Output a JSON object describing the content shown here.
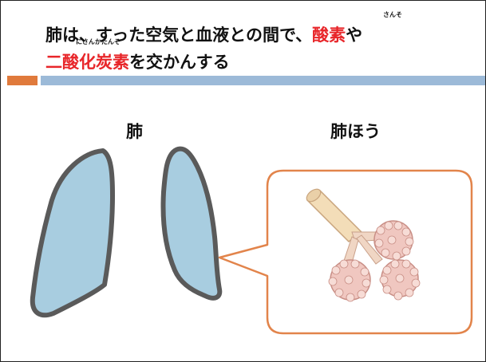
{
  "title": {
    "line1_prefix": "肺は、すった空気と血液との間で、",
    "line1_highlight": "酸素",
    "line1_suffix": "や",
    "line2_highlight": "二酸化炭素",
    "line2_suffix": "を交かんする",
    "ruby_oxygen": "さんそ",
    "ruby_co2": "にさんかたんそ"
  },
  "labels": {
    "lungs": "肺",
    "alveoli": "肺ほう"
  },
  "colors": {
    "highlight": "#e8262a",
    "band_orange": "#e07a3c",
    "band_blue": "#9cbad8",
    "callout_border": "#e2844b",
    "lung_fill": "#a8cde0",
    "lung_outline": "#5a5a5a"
  }
}
